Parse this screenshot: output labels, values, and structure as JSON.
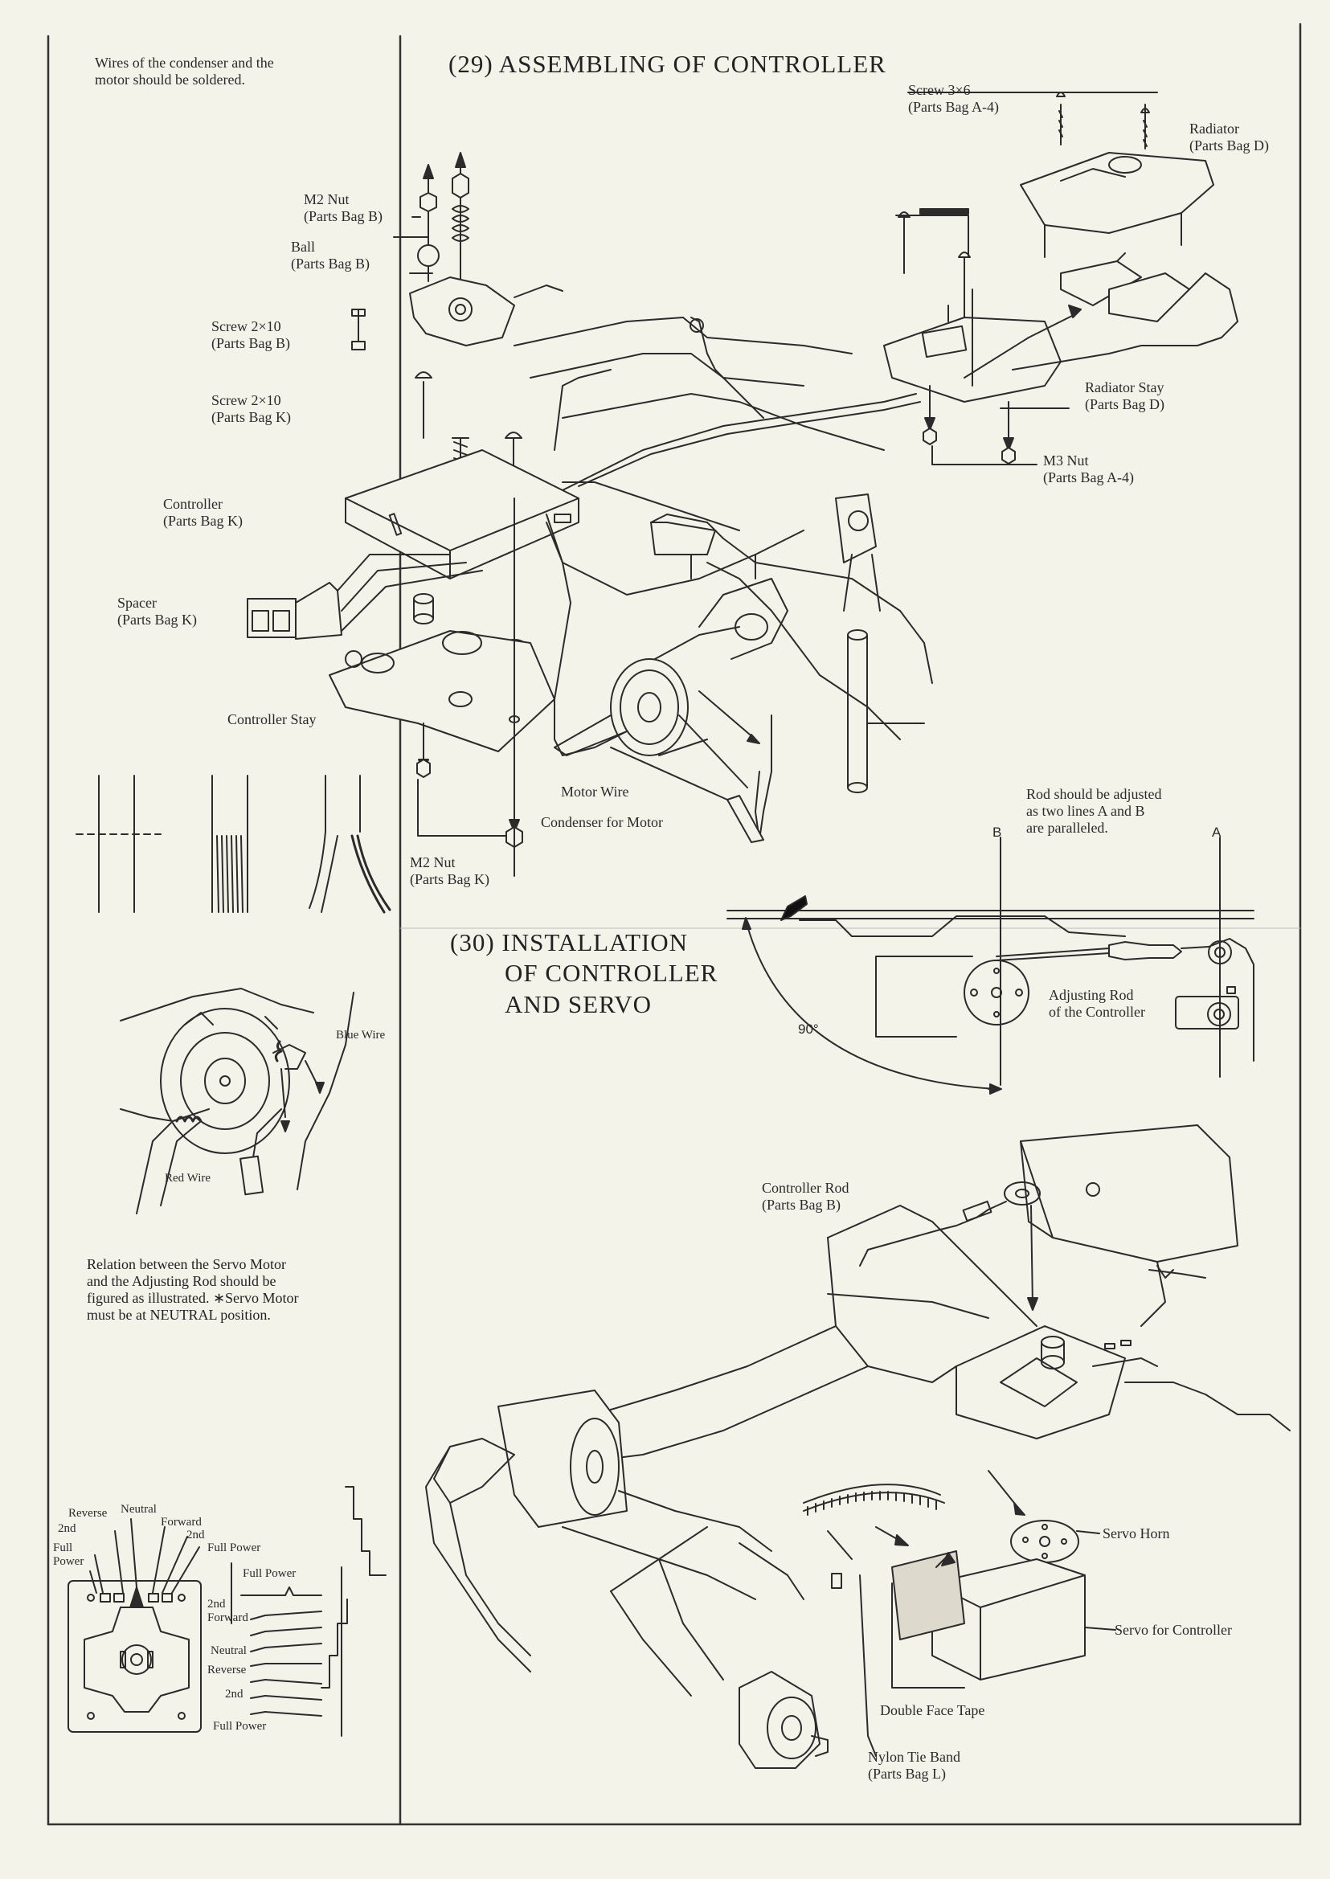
{
  "left_column": {
    "solder_note": "Wires of the condenser and the\nmotor should be soldered.",
    "blue_wire": "Blue Wire",
    "red_wire": "Red Wire",
    "relation_note": "Relation between the Servo Motor\nand the Adjusting Rod should be\nfigured as illustrated. ∗Servo Motor\nmust be at NEUTRAL position.",
    "positions": {
      "reverse": "Reverse",
      "neutral": "Neutral",
      "forward": "Forward",
      "second": "2nd",
      "full_power": "Full\nPower",
      "full_power_2": "Full Power",
      "full_power_3": "Full Power",
      "second_forward": "2nd\nForward",
      "neutral_2": "Neutral",
      "reverse_2": "Reverse",
      "second_2": "2nd",
      "full_power_4": "Full Power"
    }
  },
  "section29": {
    "title": "(29) ASSEMBLING OF CONTROLLER",
    "labels": {
      "m2_nut_top": "M2 Nut\n(Parts Bag B)",
      "ball": "Ball\n(Parts Bag B)",
      "screw_2x10_b": "Screw 2×10\n(Parts Bag B)",
      "screw_2x10_k": "Screw 2×10\n(Parts Bag K)",
      "controller": "Controller\n(Parts Bag K)",
      "spacer": "Spacer\n(Parts Bag K)",
      "controller_stay": "Controller Stay",
      "motor_wire": "Motor Wire",
      "condenser": "Condenser for Motor",
      "m2_nut_bottom": "M2 Nut\n(Parts Bag K)",
      "screw_3x6": "Screw 3×6\n(Parts Bag A-4)",
      "radiator": "Radiator\n(Parts Bag D)",
      "radiator_stay": "Radiator Stay\n(Parts Bag D)",
      "m3_nut": "M3 Nut\n(Parts Bag A-4)"
    }
  },
  "section30": {
    "title_line1": "(30) INSTALLATION",
    "title_line2": "OF CONTROLLER",
    "title_line3": "AND SERVO",
    "rod_note": "Rod should be adjusted\nas two lines A and B\nare paralleled.",
    "line_a": "A",
    "line_b": "B",
    "angle": "90°",
    "adjusting_rod": "Adjusting Rod\nof the Controller",
    "controller_rod": "Controller Rod\n(Parts Bag B)",
    "servo_horn": "Servo Horn",
    "servo_for_controller": "Servo for Controller",
    "double_face_tape": "Double Face Tape",
    "nylon_tie_band": "Nylon Tie Band\n(Parts Bag L)"
  }
}
